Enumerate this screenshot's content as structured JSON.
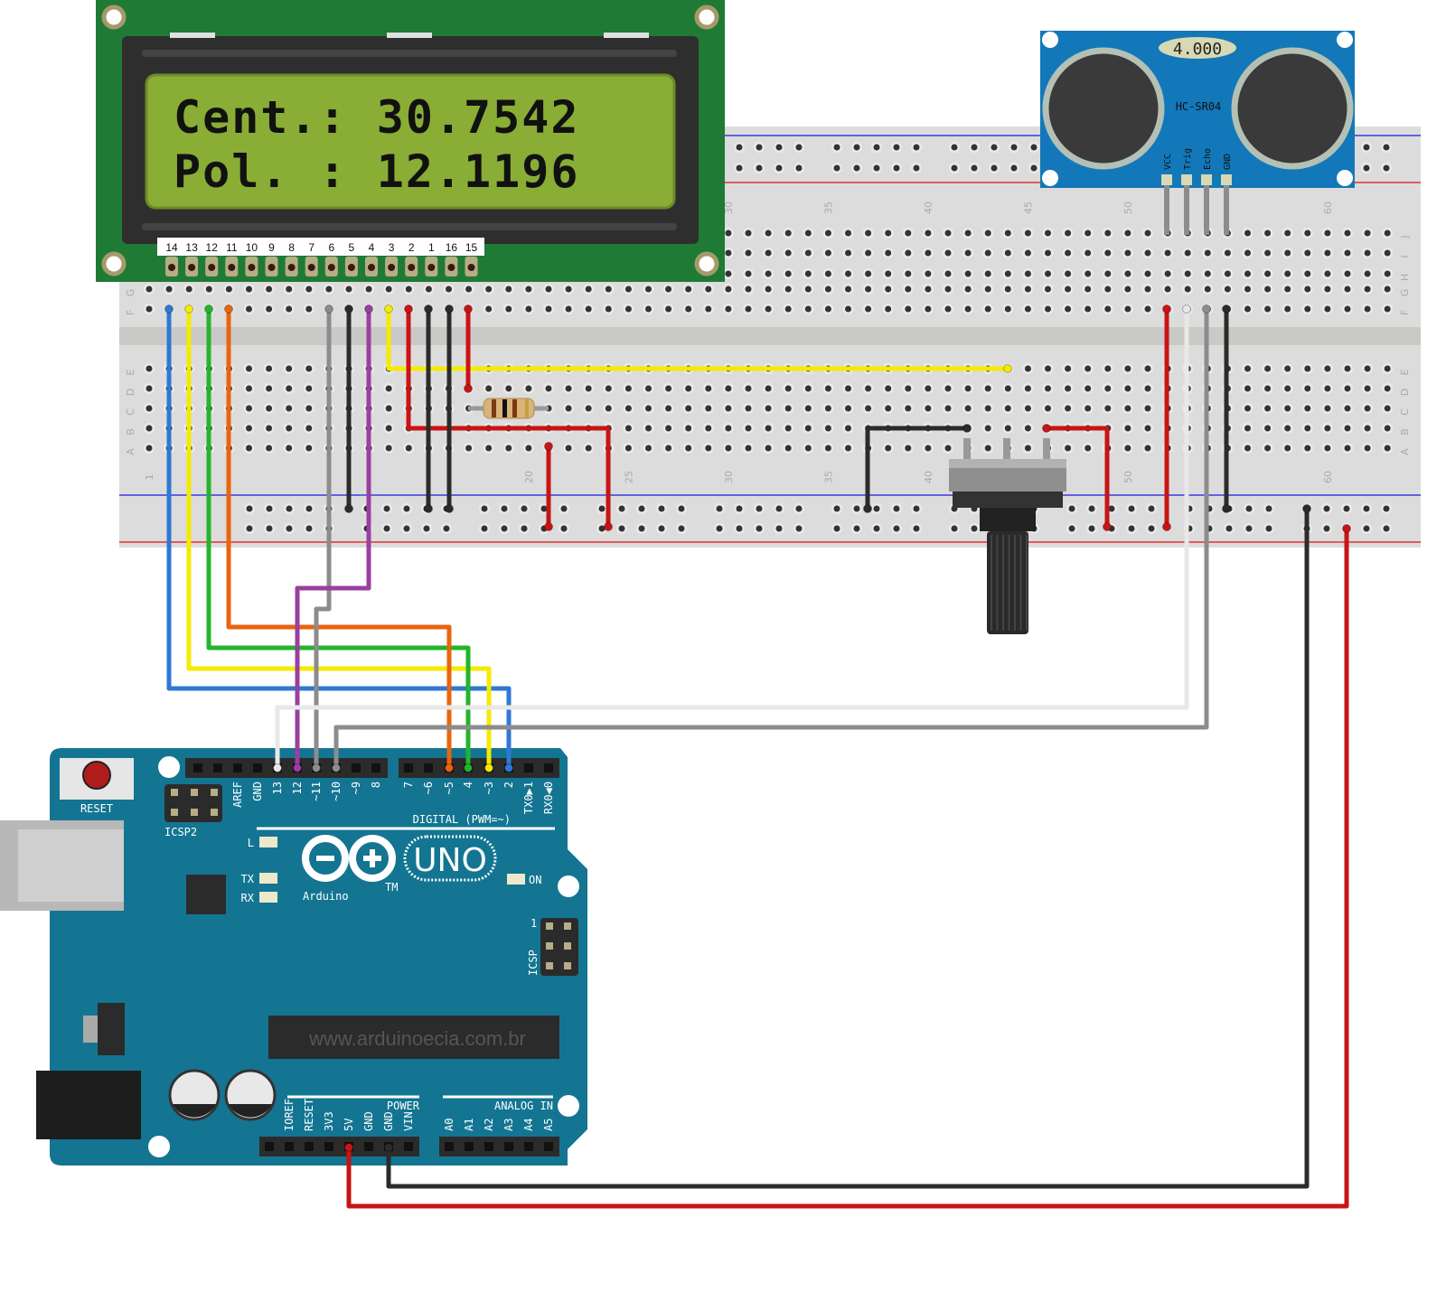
{
  "lcd": {
    "line1": "Cent.: 30.7542",
    "line2": "Pol. : 12.1196",
    "pin_labels": [
      "14",
      "13",
      "12",
      "11",
      "10",
      "9",
      "8",
      "7",
      "6",
      "5",
      "4",
      "3",
      "2",
      "1",
      "16",
      "15"
    ],
    "board_color": "#1f7a35",
    "screen_color": "#8aad35"
  },
  "sensor": {
    "display": "4.000",
    "model": "HC-SR04",
    "pins": [
      "VCC",
      "Trig",
      "Echo",
      "GND"
    ],
    "board_color": "#1278b9"
  },
  "breadboard": {
    "rows_top": [
      "J",
      "I",
      "H",
      "G",
      "F"
    ],
    "rows_bottom": [
      "E",
      "D",
      "C",
      "B",
      "A"
    ],
    "column_labels_bottom": [
      "1",
      "20",
      "25",
      "30",
      "35",
      "40",
      "50",
      "60"
    ],
    "column_labels_top": [
      "30",
      "35",
      "40",
      "45",
      "50",
      "60"
    ]
  },
  "arduino": {
    "board_color": "#137592",
    "reset_label": "RESET",
    "icsp2_label": "ICSP2",
    "icsp_label": "ICSP",
    "icsp_pin1": "1",
    "digital_pins": [
      "AREF",
      "GND",
      "13",
      "12",
      "~11",
      "~10",
      "~9",
      "8",
      "7",
      "~6",
      "~5",
      "4",
      "~3",
      "2",
      "TX0▶1",
      "RX0◀0"
    ],
    "digital_label": "DIGITAL (PWM=~)",
    "led_l": "L",
    "led_tx": "TX",
    "led_rx": "RX",
    "led_on": "ON",
    "logo_text": "Arduino",
    "tm": "TM",
    "model": "UNO",
    "power_label": "POWER",
    "analog_label": "ANALOG IN",
    "power_pins": [
      "IOREF",
      "RESET",
      "3V3",
      "5V",
      "GND",
      "GND",
      "VIN"
    ],
    "analog_pins": [
      "A0",
      "A1",
      "A2",
      "A3",
      "A4",
      "A5"
    ],
    "watermark": "www.arduinoecia.com.br"
  },
  "wire_colors": {
    "blue": "#2f78d4",
    "yellow": "#f5ea00",
    "green": "#22b52a",
    "orange": "#e8650e",
    "gray": "#8c8c8c",
    "black": "#2b2b2b",
    "purple": "#9a3fa0",
    "red": "#c81414",
    "white": "#e8e8e8"
  }
}
